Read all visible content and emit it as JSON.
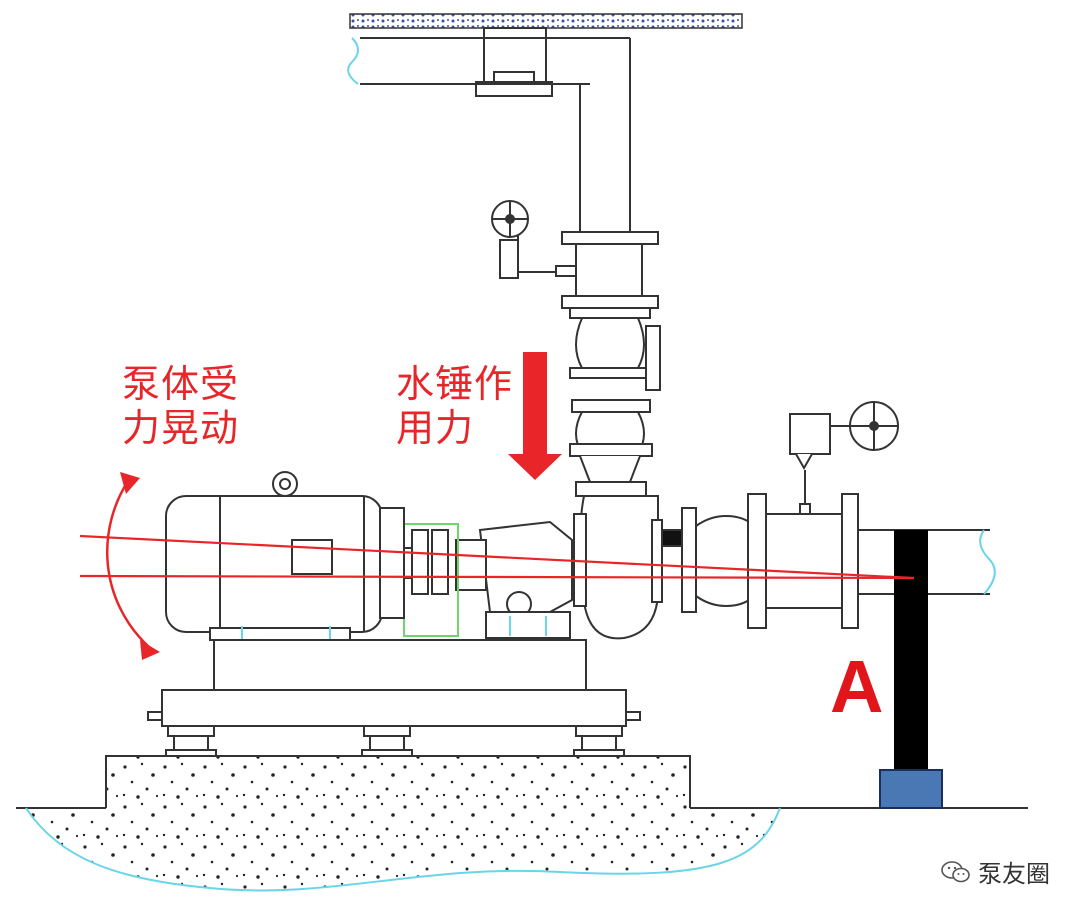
{
  "labels": {
    "pump_sway": [
      "泵体受",
      "力晃动"
    ],
    "water_hammer": [
      "水锤作",
      "用力"
    ],
    "support": "A"
  },
  "watermark": {
    "text": "泵友圈",
    "icon": "wechat-icon"
  },
  "colors": {
    "line": "#333333",
    "force": "#e8262a",
    "support_post": "#000000",
    "support_base": "#4a78b5",
    "coupling_guard": "#6fd36f",
    "water_edge": "#6ad5e8",
    "concrete_dot": "#222222"
  }
}
